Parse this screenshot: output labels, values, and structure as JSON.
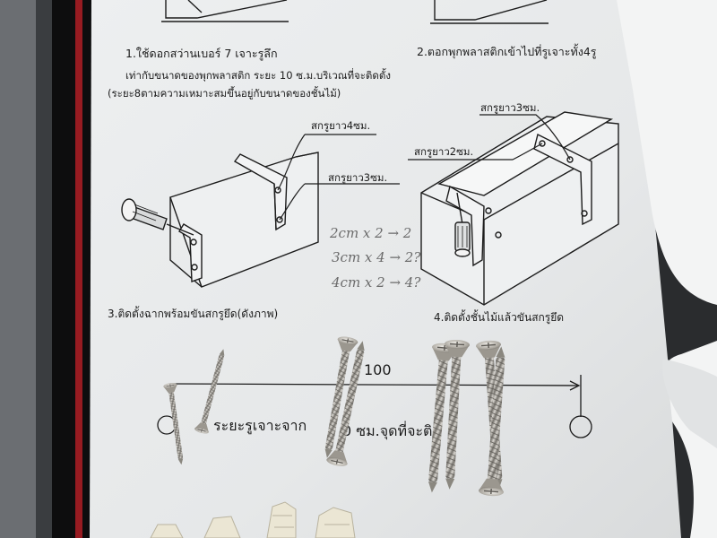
{
  "instructions": {
    "step1": {
      "title": "1.ใช้ดอกสว่านเบอร์  7 เจาะรูลึก",
      "line2": "เท่ากับขนาดของพุกพลาสติก ระยะ 10 ซ.ม.บริเวณที่จะติดตั้ง",
      "line3": "(ระยะ8ตามความเหมาะสมขึ้นอยู่กับขนาดของชั้นไม้)"
    },
    "step2": {
      "title": "2.ตอกพุกพลาสติกเข้าไปที่รูเจาะทั้ง4รู"
    },
    "step3": {
      "title": "3.ติดตั้งฉากพร้อมขันสกรูยึด(ดังภาพ)",
      "label_4cm": "สกรูยาว4ซม.",
      "label_3cm": "สกรูยาว3ซม."
    },
    "step4": {
      "title": "4.ติดตั้งชั้นไม้แล้วขันสกรูยึด",
      "label_3cm": "สกรูยาว3ซม.",
      "label_2cm": "สกรูยาว2ซม."
    },
    "handwriting": [
      "2cm x 2 → 2",
      "3cm x 4 → 2?",
      "4cm x 2 → 4?"
    ],
    "dimension": {
      "value": "100"
    },
    "bottom_note": {
      "left": "ระยะรูเจาะจาก",
      "mid": "0 ซม.จุดที่จะติด"
    }
  },
  "colors": {
    "paper": "#e9ebec",
    "ink": "#1c1c1c",
    "screw": "#a8a49c",
    "anchor": "#e6e2d2",
    "frame": "#111111"
  }
}
